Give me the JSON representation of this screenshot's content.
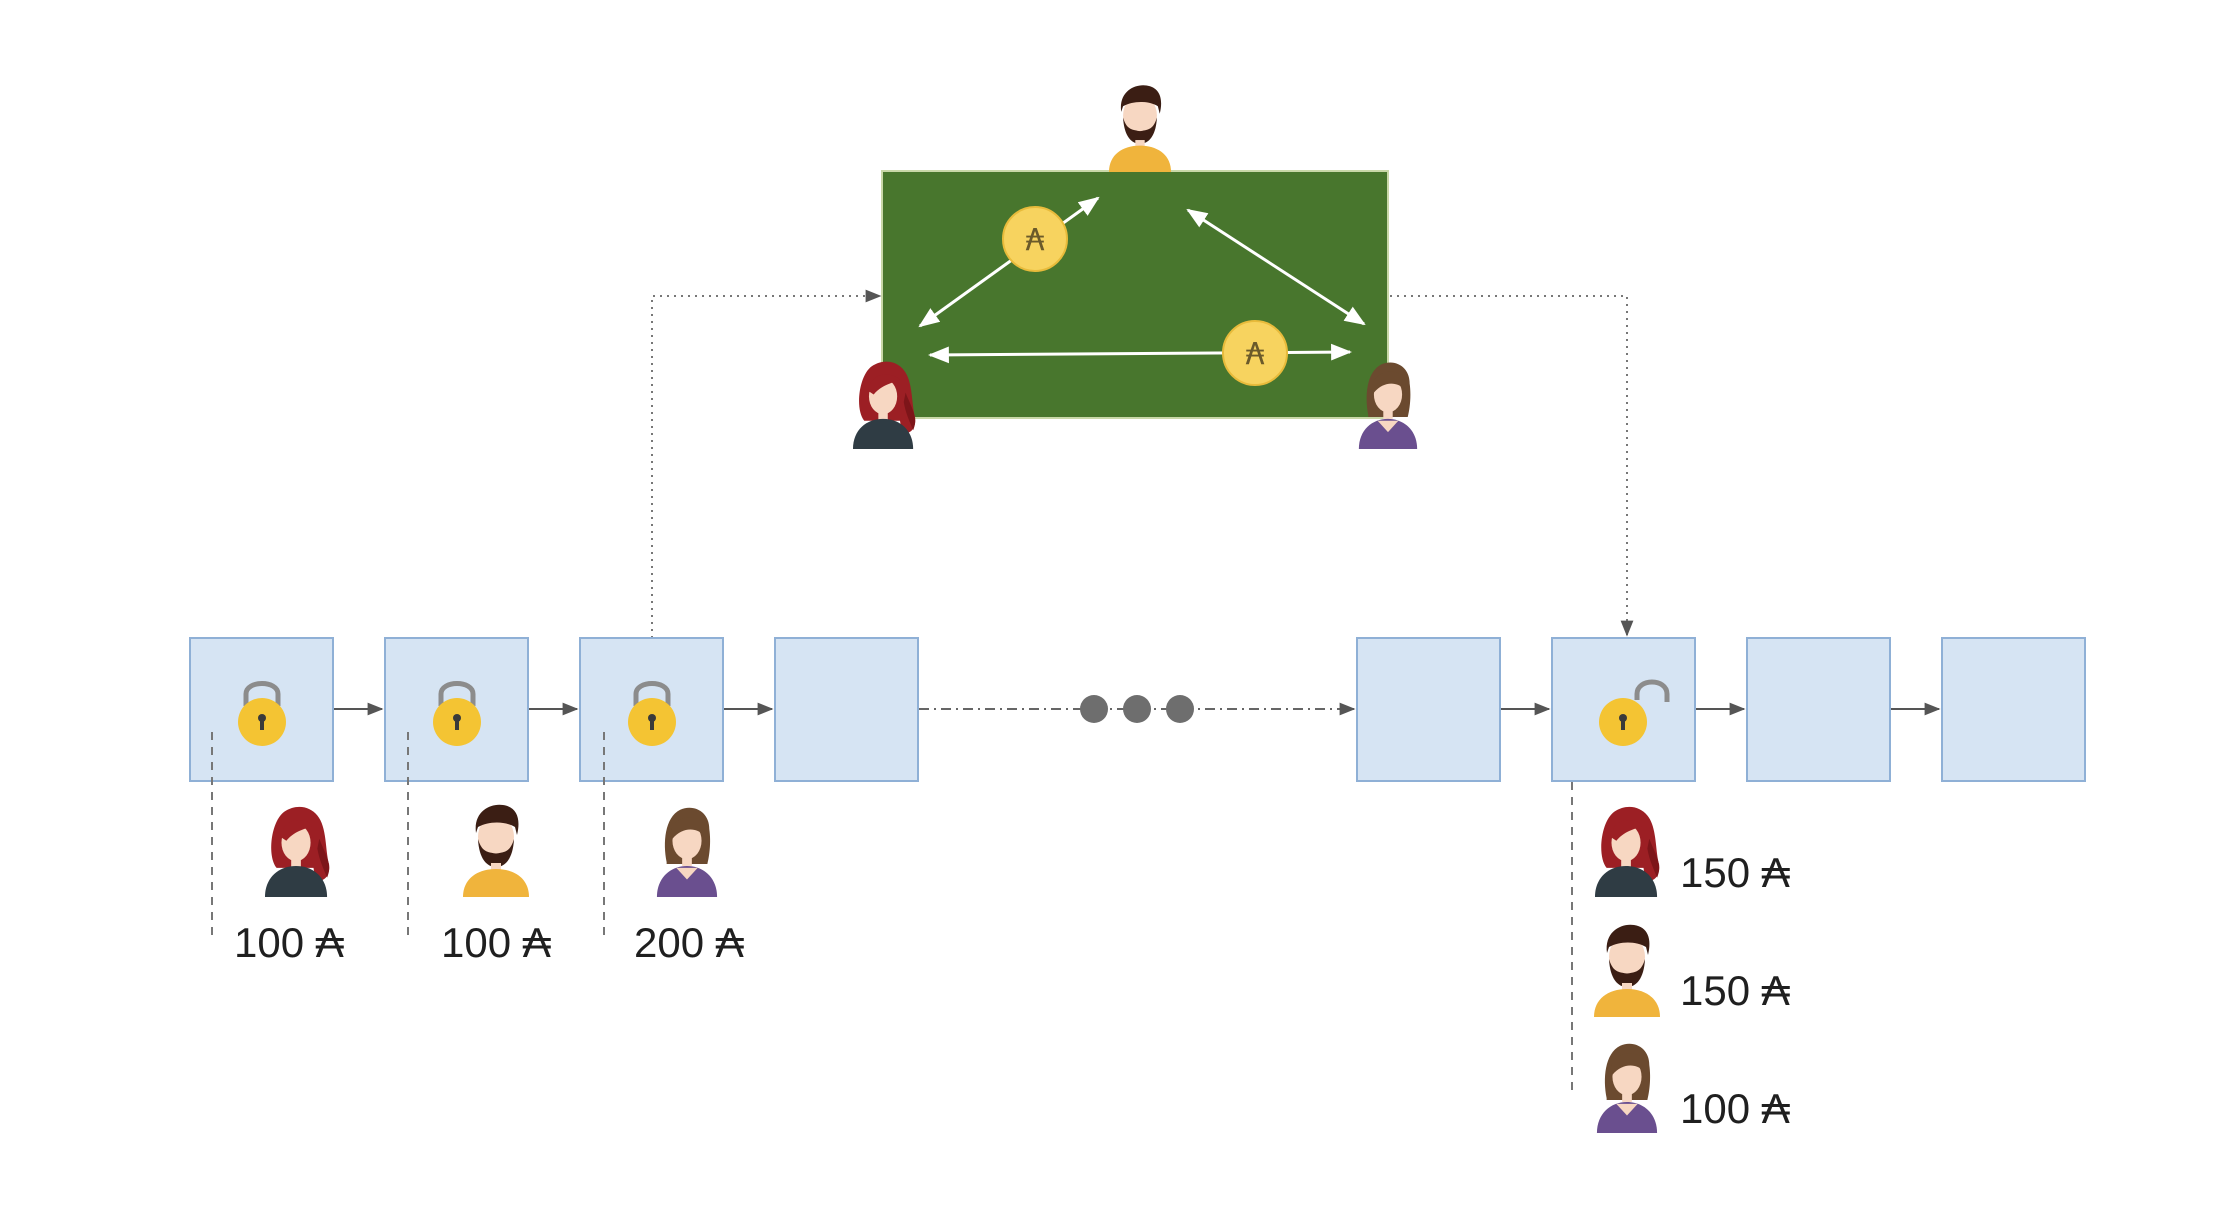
{
  "currency_symbol": "₳",
  "colors": {
    "block_fill": "#d6e4f3",
    "block_stroke": "#8fb0d6",
    "channel_fill": "#48762d",
    "channel_stroke": "#c9d8a8",
    "coin_fill": "#f7d35f",
    "lock_body": "#f4c433",
    "lock_shackle": "#8c8c8c",
    "connector": "#555555",
    "ellipsis_dot": "#6e6e6e",
    "alice_hair": "#9c1f24",
    "alice_shirt": "#2f3c44",
    "bob_hair": "#3b1e14",
    "bob_shirt": "#f0b43c",
    "carol_hair": "#6b4a2f",
    "carol_shirt": "#6a4f8f",
    "skin": "#f7d7c2"
  },
  "participants": [
    "alice",
    "bob",
    "carol"
  ],
  "opening_deposits": [
    {
      "person": "alice",
      "amount": "100 ₳"
    },
    {
      "person": "bob",
      "amount": "100 ₳"
    },
    {
      "person": "carol",
      "amount": "200 ₳"
    }
  ],
  "closing_balances": [
    {
      "person": "alice",
      "amount": "150 ₳"
    },
    {
      "person": "bob",
      "amount": "150 ₳"
    },
    {
      "person": "carol",
      "amount": "100 ₳"
    }
  ],
  "coin_icons": [
    "coin-icon",
    "coin-icon"
  ],
  "lock_icons": [
    "locked-padlock-icon",
    "locked-padlock-icon",
    "locked-padlock-icon",
    "unlocked-padlock-icon"
  ]
}
